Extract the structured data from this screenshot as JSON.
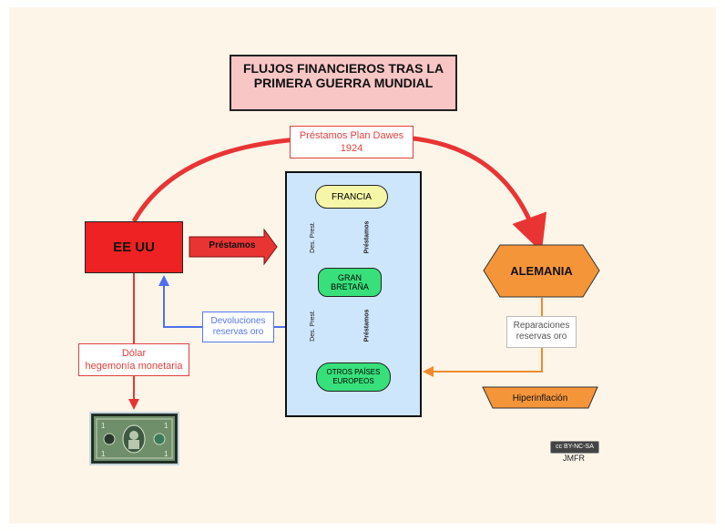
{
  "title": "FLUJOS FINANCIEROS TRAS LA PRIMERA GUERRA MUNDIAL",
  "dawes_label_1": "Préstamos Plan Dawes",
  "dawes_label_2": "1924",
  "eeuu": "EE UU",
  "prestamos_arrow": "Préstamos",
  "francia": "FRANCIA",
  "gran_bretana_1": "GRAN",
  "gran_bretana_2": "BRETAÑA",
  "otros_1": "OTROS PAÍSES",
  "otros_2": "EUROPEOS",
  "des_prest_top": "Des. Prest.",
  "prestamos_top": "Préstamos",
  "des_prest_bottom": "Des. Prest.",
  "prestamos_bottom": "Préstamos",
  "devoluciones_1": "Devoluciones",
  "devoluciones_2": "reservas oro",
  "alemania": "ALEMANIA",
  "reparaciones_1": "Reparaciones",
  "reparaciones_2": "reservas oro",
  "hiperinflacion": "Hiperinflación",
  "dolar_1": "Dólar",
  "dolar_2": "hegemonía monetaria",
  "author": "JMFR",
  "license_badge": "cc BY-NC-SA",
  "colors": {
    "red": "#e93434",
    "blue": "#4f6ff0",
    "orange": "#f08a2c",
    "panel": "#cde6fb",
    "green_node": "#37e07a"
  },
  "icons": [
    "dollar-bill-image",
    "creative-commons-badge"
  ]
}
